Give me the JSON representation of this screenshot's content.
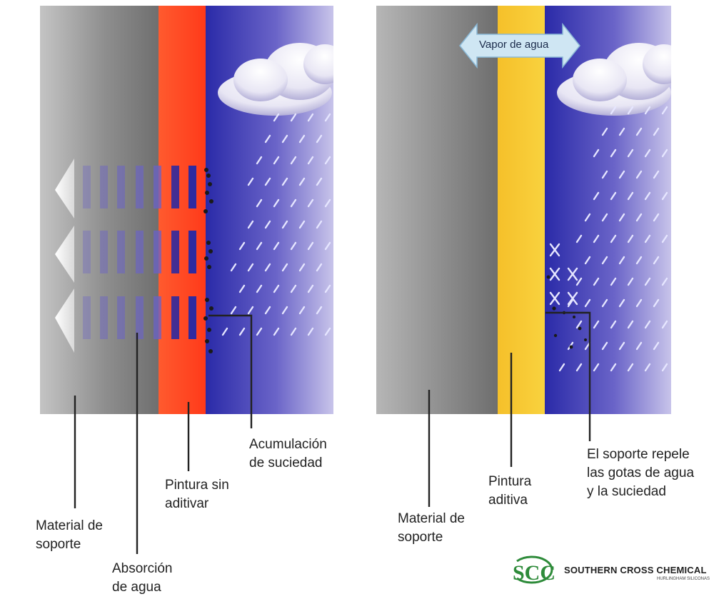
{
  "colors": {
    "substrate": "#9a9a9a",
    "unadditivated_paint": "#ff4422",
    "additive_paint": "#f7c52e",
    "rain_blue": "#3a3ab8",
    "water_absorption": "#6a62c8",
    "logo_green": "#2e8b3a"
  },
  "left_panel": {
    "labels": {
      "substrate": [
        "Material de",
        "soporte"
      ],
      "water_absorption": [
        "Absorción",
        "de agua"
      ],
      "paint": [
        "Pintura sin",
        "aditivar"
      ],
      "dirt": [
        "Acumulación",
        "de suciedad"
      ]
    }
  },
  "right_panel": {
    "vapor_label": "Vapor de agua",
    "labels": {
      "substrate": [
        "Material de",
        "soporte"
      ],
      "paint": [
        "Pintura",
        "aditiva"
      ],
      "repel": [
        "El soporte repele",
        "las gotas de agua",
        "y la suciedad"
      ]
    }
  },
  "logo": {
    "mark": "SCC",
    "name": "SOUTHERN CROSS CHEMICAL",
    "subtitle": "HURLINGHAM SILICONAS"
  }
}
